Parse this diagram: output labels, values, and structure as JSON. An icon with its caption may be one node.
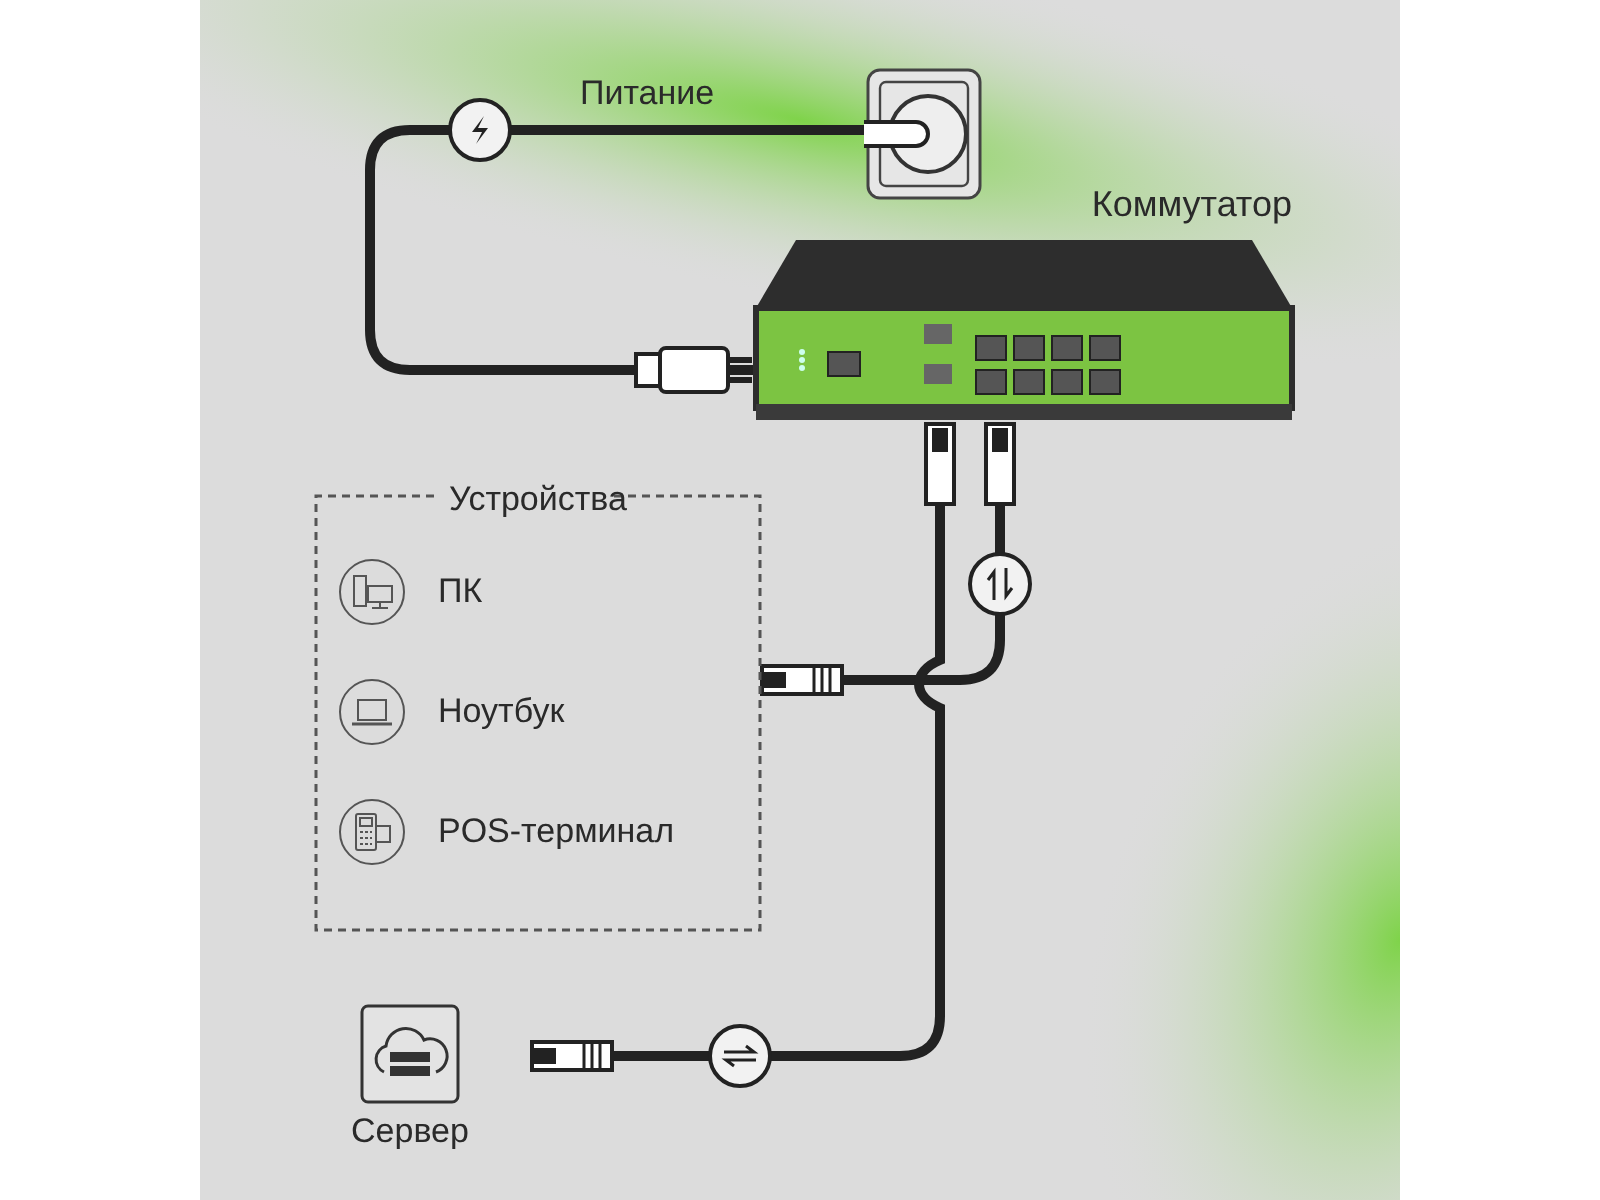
{
  "diagram": {
    "nodes": [
      {
        "text": [],
        "shape": "picture"
      },
      {
        "text": [
          "Коммутатор"
        ]
      },
      {
        "text": [
          "Устройства"
        ]
      },
      {
        "text": [
          "ПК"
        ],
        "in": 2
      },
      {
        "text": [
          "Ноутбук"
        ],
        "in": 2
      },
      {
        "text": [
          "POS-терминал"
        ],
        "in": 2
      },
      {
        "text": [
          "Сервер"
        ]
      }
    ],
    "edges": [
      {
        "from": 0,
        "to": 1,
        "arrow": "none",
        "label": "Питание"
      },
      {
        "from": 1,
        "to": 2,
        "arrow": "other"
      },
      {
        "from": 1,
        "to": 6,
        "arrow": "other"
      }
    ]
  }
}
